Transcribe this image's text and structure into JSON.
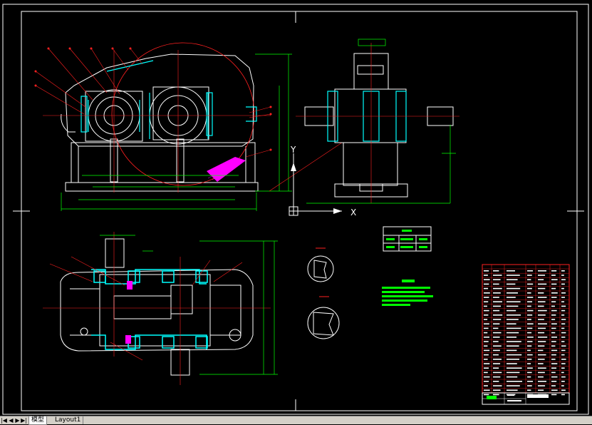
{
  "drawing": {
    "ucs_y_label": "Y",
    "ucs_x_label": "X",
    "title_block_label": "減速器",
    "colors": {
      "background": "#000000",
      "outline": "#ffffff",
      "dimension": "#00ff00",
      "leader": "#ff0000",
      "section_hatch": "#00ffff",
      "hatch_alt": "#ff00ff",
      "title_block": "#ff0000"
    }
  },
  "tabs": {
    "nav_first": "|◀",
    "nav_prev": "◀",
    "nav_next": "▶",
    "nav_last": "▶|",
    "model": "模型",
    "layout1": "Layout1"
  }
}
